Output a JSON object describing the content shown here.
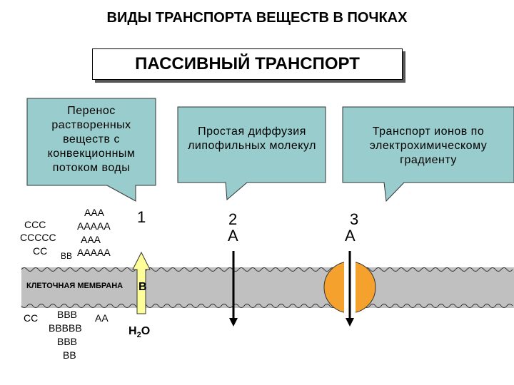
{
  "title": "ВИДЫ ТРАНСПОРТА ВЕЩЕСТВ В ПОЧКАХ",
  "subtitle": "ПАССИВНЫЙ ТРАНСПОРТ",
  "callouts": [
    "Перенос растворенных веществ с конвекционным потоком воды",
    "Простая диффузия липофильных молекул",
    "Транспорт ионов по электрохимическому градиенту"
  ],
  "upper_molecules": [
    "ААА",
    "ССС",
    "ААААА",
    "ССССС",
    "ААА",
    "СС",
    "ВВ",
    "ААААА"
  ],
  "lower_molecules": [
    "СС",
    "ВВВ",
    "АА",
    "ВВВВВ",
    "ВВВ",
    "ВВ"
  ],
  "mechanisms": [
    {
      "number": "1",
      "letter": "В"
    },
    {
      "number": "2",
      "letter": "А"
    },
    {
      "number": "3",
      "letter": "А"
    }
  ],
  "membrane_label": "КЛЕТОЧНАЯ МЕМБРАНА",
  "water": {
    "symbol": "H",
    "subscript": "2",
    "rest": "O"
  },
  "colors": {
    "callout_fill": "#99cccc",
    "membrane_fill": "#c0c0c0",
    "arrow_fill": "#ffff99",
    "channel_fill": "#f4a12e"
  }
}
